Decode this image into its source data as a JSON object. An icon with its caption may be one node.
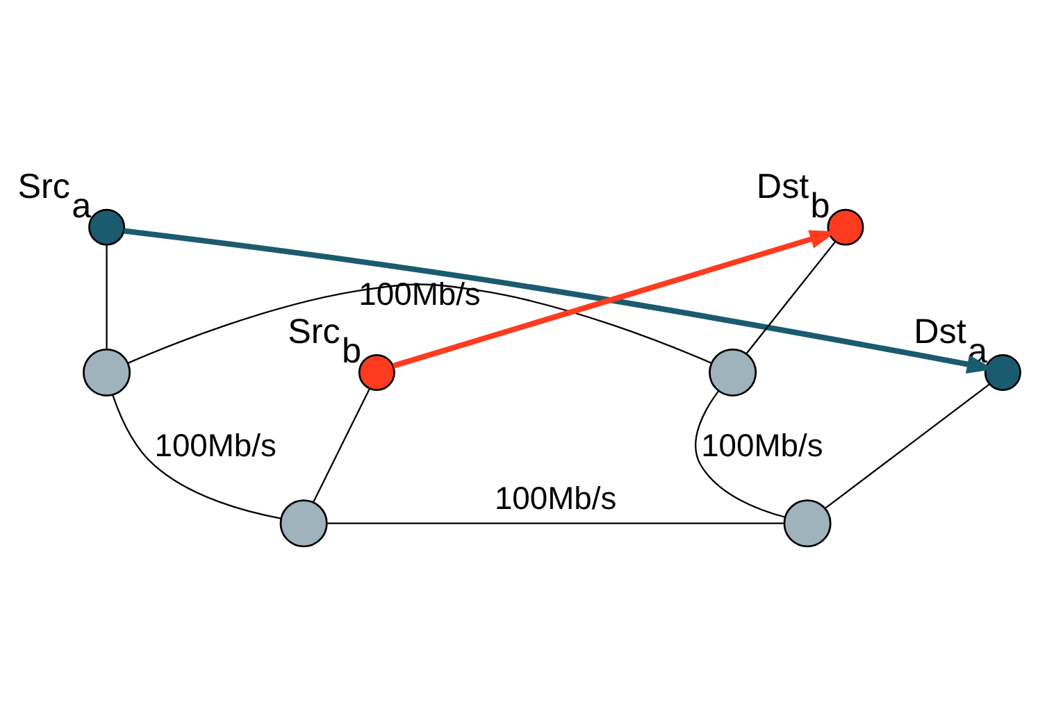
{
  "diagram": {
    "nodes": [
      {
        "text": [],
        "shape": "circle",
        "beside": [
          "Src$_{a}$"
        ]
      },
      {
        "text": [],
        "shape": "circle",
        "beside": [
          "Dst$_{b}$"
        ]
      },
      {
        "text": [],
        "shape": "circle"
      },
      {
        "text": [],
        "shape": "circle"
      },
      {
        "text": [],
        "shape": "circle"
      },
      {
        "text": [],
        "shape": "circle"
      },
      {
        "text": [],
        "shape": "circle",
        "beside": [
          "Src$_{b}$"
        ]
      },
      {
        "text": [],
        "shape": "circle",
        "beside": [
          "Dst$_{a}$"
        ]
      }
    ],
    "edges": [
      {
        "from": 0,
        "to": 2,
        "arrow": "none"
      },
      {
        "from": 1,
        "to": 3,
        "arrow": "none"
      },
      {
        "from": 2,
        "to": 3,
        "arrow": "none",
        "label": "100Mb/s"
      },
      {
        "from": 2,
        "to": 4,
        "arrow": "none",
        "label": "100Mb/s"
      },
      {
        "from": 3,
        "to": 5,
        "arrow": "none",
        "label": "100Mb/s"
      },
      {
        "from": 4,
        "to": 5,
        "arrow": "none",
        "label": "100Mb/s"
      },
      {
        "from": 6,
        "to": 4,
        "arrow": "none"
      },
      {
        "from": 7,
        "to": 5,
        "arrow": "none"
      },
      {
        "from": 0,
        "to": 7,
        "arrow": "to",
        "style": "thick",
        "color": "#1b5b6f"
      },
      {
        "from": 6,
        "to": 1,
        "arrow": "to",
        "style": "thick",
        "color": "#ff3b1f"
      }
    ]
  }
}
